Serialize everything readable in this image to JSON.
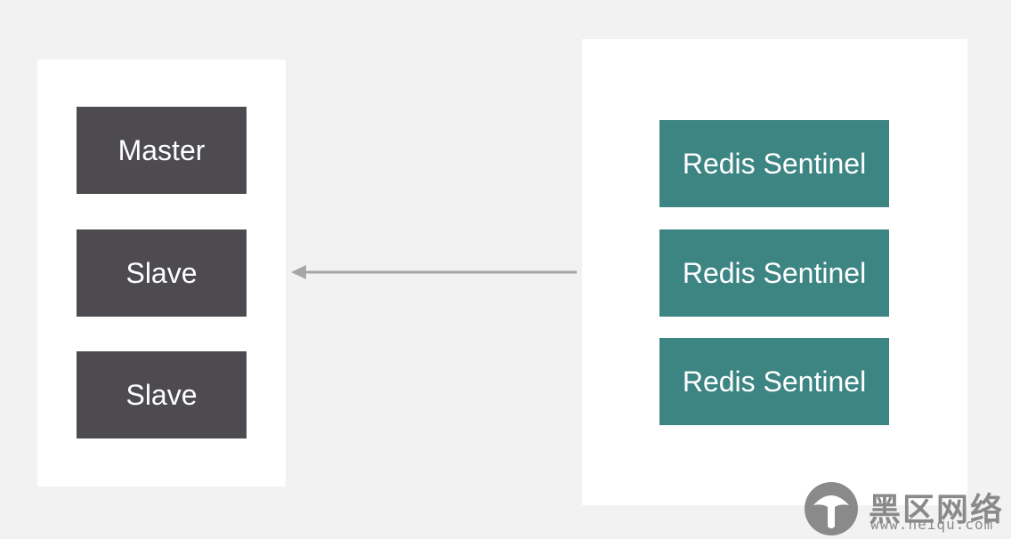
{
  "colors": {
    "background": "#f2f2f2",
    "panel": "#ffffff",
    "redis_node": "#4d4b4f",
    "sentinel_node": "#3d8583",
    "connector": "#a6a6a6",
    "node_text": "#ffffff",
    "watermark": "#8a8a8a"
  },
  "left_group": {
    "nodes": [
      {
        "label": "Master"
      },
      {
        "label": "Slave"
      },
      {
        "label": "Slave"
      }
    ]
  },
  "right_group": {
    "nodes": [
      {
        "label": "Redis Sentinel"
      },
      {
        "label": "Redis Sentinel"
      },
      {
        "label": "Redis Sentinel"
      }
    ]
  },
  "connector": {
    "direction": "right-to-left",
    "icon": "arrow-left-icon"
  },
  "watermark": {
    "icon": "mushroom-logo-icon",
    "text": "黑区网络",
    "url": "www.heiqu.com"
  }
}
